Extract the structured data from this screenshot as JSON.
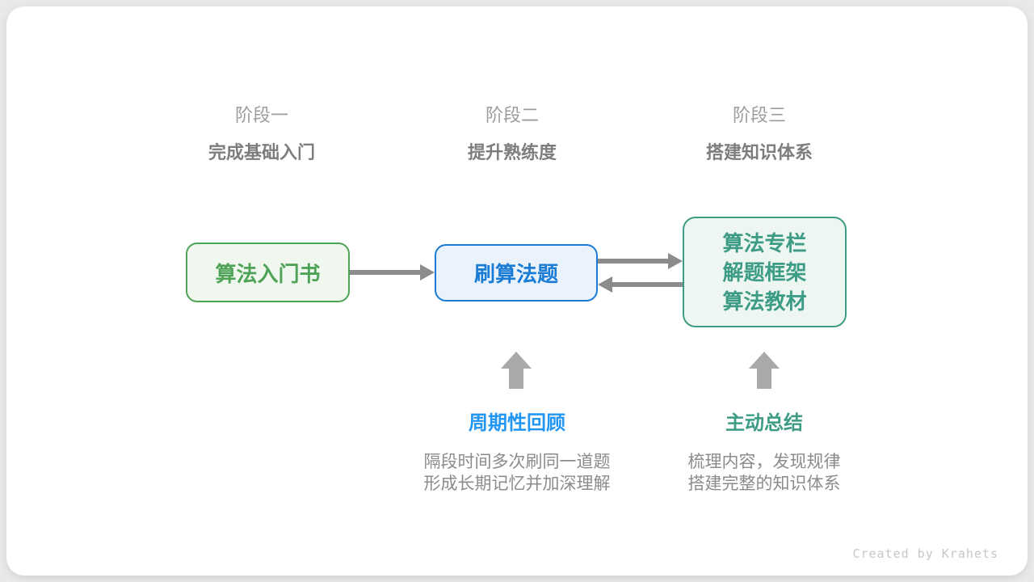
{
  "colors": {
    "page_bg": "#e9e9e9",
    "card_bg": "#ffffff",
    "stage_label": "#9c9c9c",
    "stage_subtitle": "#7d7d7d",
    "green": "#4fa357",
    "green_fill": "#f0f7ef",
    "blue": "#1a7cd4",
    "blue_fill": "#eaf3fb",
    "teal": "#3d9c85",
    "teal_fill": "#eef6f2",
    "label_blue": "#2196f3",
    "arrow_gray": "#8c8c8c",
    "block_arrow_gray": "#a9a9a9",
    "desc_gray": "#8b8b8b",
    "credit_gray": "#c7c7c7"
  },
  "stages": [
    {
      "label": "阶段一",
      "subtitle": "完成基础入门"
    },
    {
      "label": "阶段二",
      "subtitle": "提升熟练度"
    },
    {
      "label": "阶段三",
      "subtitle": "搭建知识体系"
    }
  ],
  "nodes": {
    "intro_book": {
      "title": "算法入门书"
    },
    "practice": {
      "title": "刷算法题"
    },
    "resources": {
      "lines": [
        "算法专栏",
        "解题框架",
        "算法教材"
      ]
    }
  },
  "annotations": {
    "review": {
      "title": "周期性回顾",
      "lines": [
        "隔段时间多次刷同一道题",
        "形成长期记忆并加深理解"
      ]
    },
    "summarize": {
      "title": "主动总结",
      "lines": [
        "梳理内容，发现规律",
        "搭建完整的知识体系"
      ]
    }
  },
  "credit": "Created by Krahets"
}
